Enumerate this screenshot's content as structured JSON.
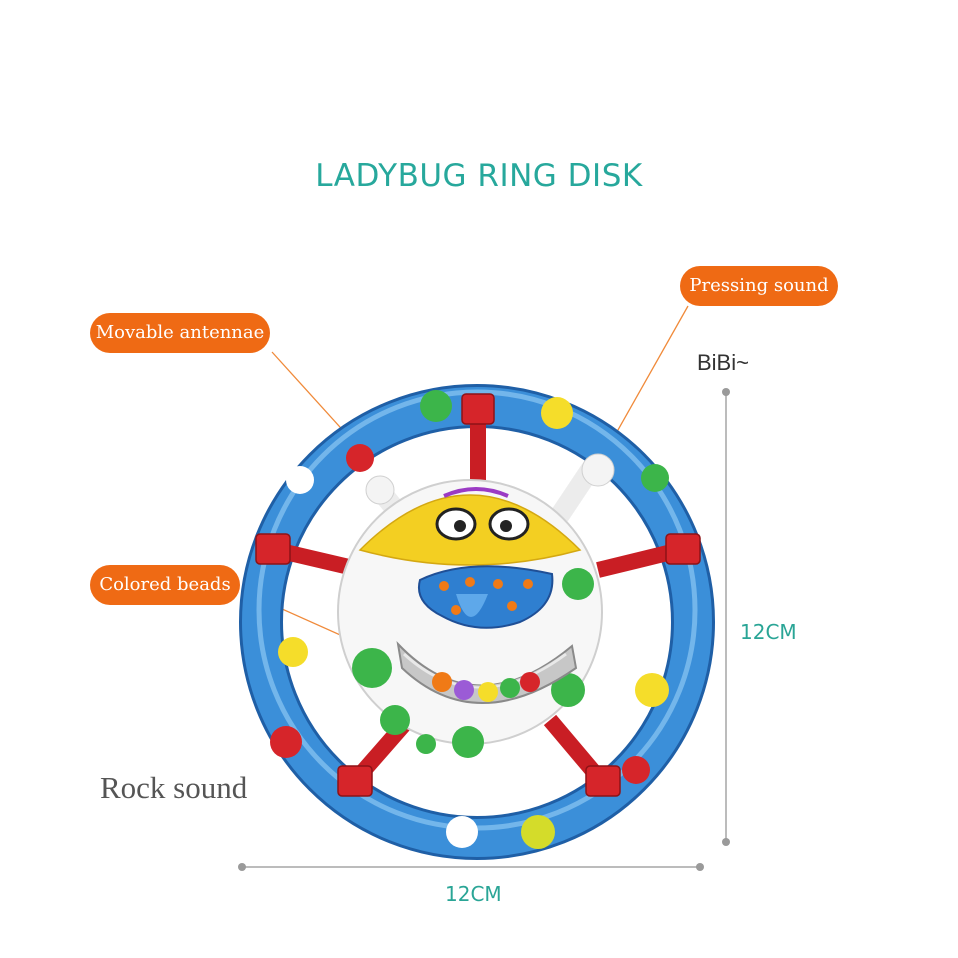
{
  "title": "LADYBUG RING DISK",
  "callouts": {
    "antennae": "Movable antennae",
    "pressing": "Pressing sound",
    "beads": "Colored beads"
  },
  "labels": {
    "bibi": "BiBi~",
    "rock": "Rock sound",
    "height": "12CM",
    "width": "12CM"
  },
  "colors": {
    "title": "#27a89c",
    "callout": "#ef6a14",
    "dimension": "#2aa596",
    "ring": "#3b8fd9",
    "spoke": "#d6252a"
  }
}
